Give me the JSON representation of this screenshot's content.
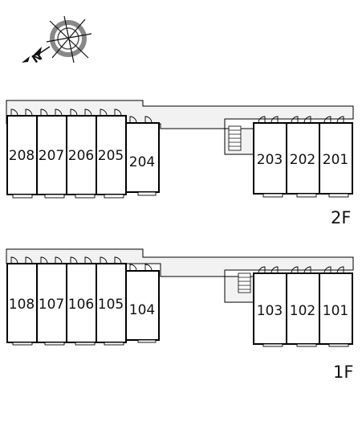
{
  "compass": {
    "north_label": "N",
    "icon": "compass-rose-icon"
  },
  "floors": [
    {
      "label": "2F",
      "units": [
        "208",
        "207",
        "206",
        "205",
        "204",
        "203",
        "202",
        "201"
      ]
    },
    {
      "label": "1F",
      "units": [
        "108",
        "107",
        "106",
        "105",
        "104",
        "103",
        "102",
        "101"
      ]
    }
  ],
  "colors": {
    "line": "#000000",
    "corridor": "#f2f2f2",
    "unit_fill": "#ffffff"
  }
}
